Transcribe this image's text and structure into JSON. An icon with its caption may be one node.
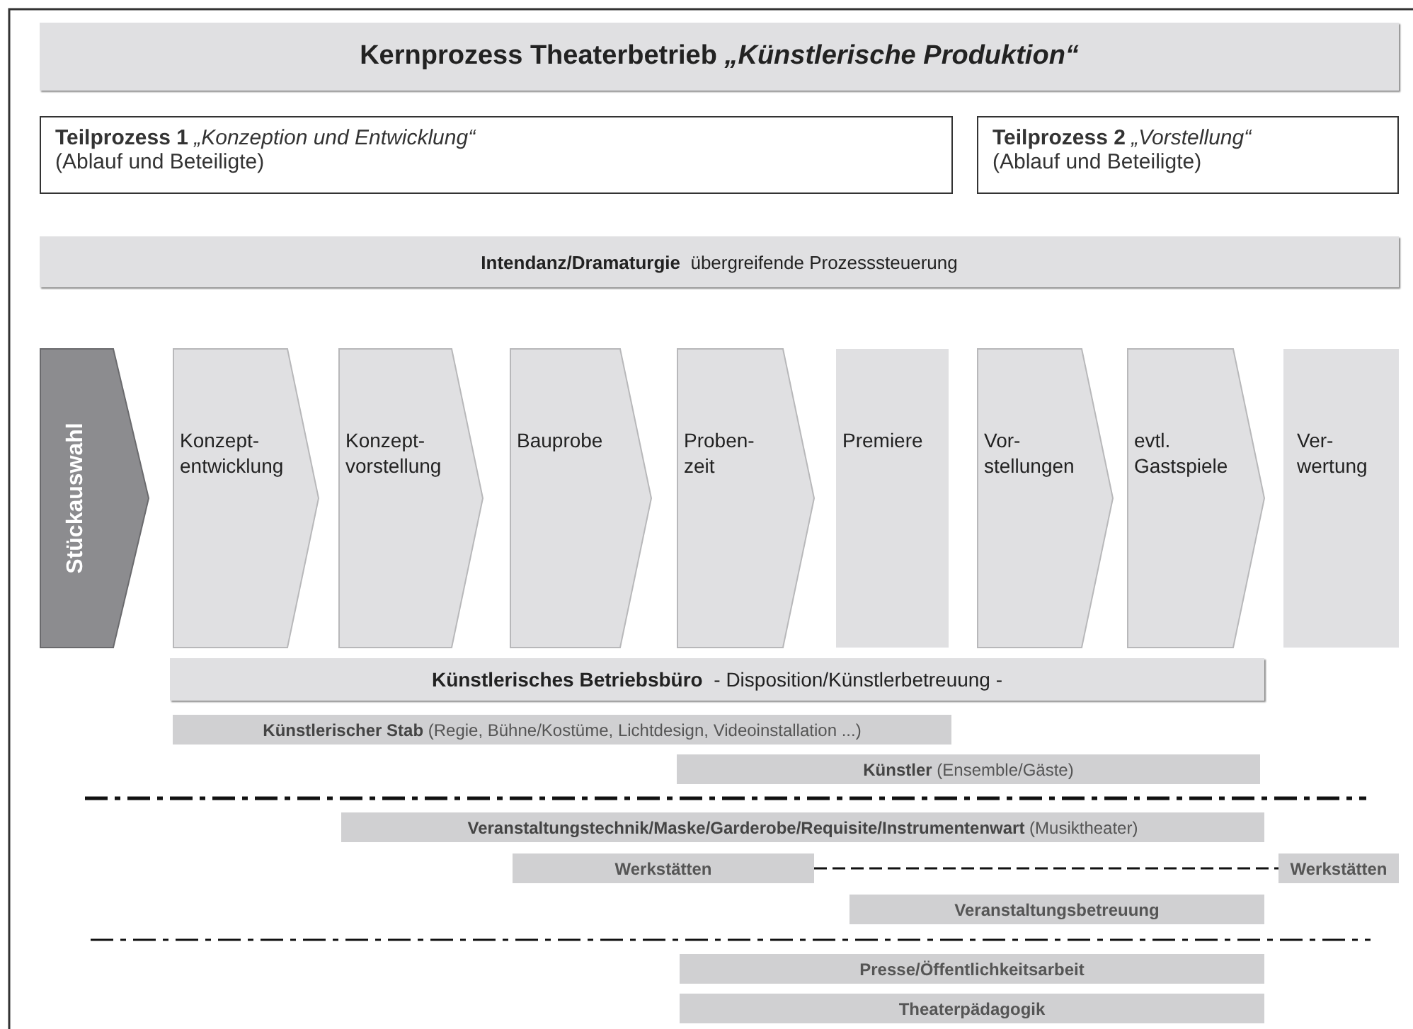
{
  "diagram": {
    "nodes": [
      {
        "text": [
          "Kernprozess Theaterbetrieb *„Künstlerische Produktion“*"
        ]
      },
      {
        "text": [
          "**Teilprozess 1** *„Konzeption und Entwicklung“*",
          "(Ablauf und Beteiligte)"
        ]
      },
      {
        "text": [
          "**Teilprozess 2** *„Vorstellung“*",
          "(Ablauf und Beteiligte)"
        ]
      },
      {
        "text": [
          "**Intendanz/Dramaturgie**  übergreifende Prozesssteuerung"
        ]
      },
      {
        "text": [
          "Stückauswahl"
        ]
      },
      {
        "text": [
          "Konzept- entwicklung"
        ]
      },
      {
        "text": [
          "Konzept- vorstellung"
        ]
      },
      {
        "text": [
          "Bauprobe"
        ]
      },
      {
        "text": [
          "Proben- zeit"
        ]
      },
      {
        "text": [
          "Premiere"
        ]
      },
      {
        "text": [
          "Vor- stellungen"
        ]
      },
      {
        "text": [
          "evtl. Gastspiele"
        ]
      },
      {
        "text": [
          "Ver- wertung"
        ]
      },
      {
        "text": [
          "**Künstlerisches Betriebsbüro**  - Disposition/Künstlerbetreuung -"
        ]
      },
      {
        "text": [
          "**Künstlerischer Stab** (Regie, Bühne/Kostüme, Lichtdesign, Videoinstallation ...)"
        ]
      },
      {
        "text": [
          "**Künstler** (Ensemble/Gäste)"
        ]
      },
      {
        "text": [
          "**Veranstaltungstechnik/Maske/Garderobe/Requisite/Instrumentenwart** (Musiktheater)"
        ]
      },
      {
        "text": [
          "Werkstätten"
        ]
      },
      {
        "text": [
          "Werkstätten"
        ]
      },
      {
        "text": [
          "Veranstaltungsbetreuung"
        ]
      },
      {
        "text": [
          "Presse/Öffentlichkeitsarbeit"
        ]
      },
      {
        "text": [
          "Theaterpädagogik"
        ]
      }
    ],
    "edges": [
      {
        "from": 17,
        "to": 18,
        "arrow": "none",
        "style": "dashed"
      }
    ]
  }
}
